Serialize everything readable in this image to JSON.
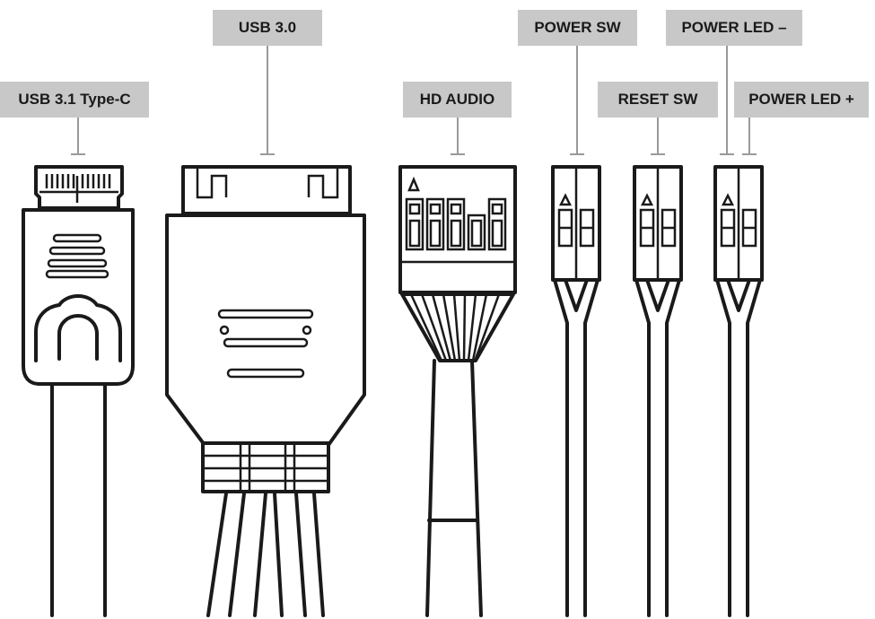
{
  "labels": {
    "usb31": "USB 3.1 Type-C",
    "usb30": "USB 3.0",
    "hd_audio": "HD AUDIO",
    "power_sw": "POWER SW",
    "reset_sw": "RESET SW",
    "power_led_minus": "POWER LED –",
    "power_led_plus": "POWER LED +"
  },
  "colors": {
    "label_bg": "#c8c8c8",
    "label_text": "#1a1a1a",
    "line": "#1a1a1a",
    "leader": "#9a9a9a"
  }
}
